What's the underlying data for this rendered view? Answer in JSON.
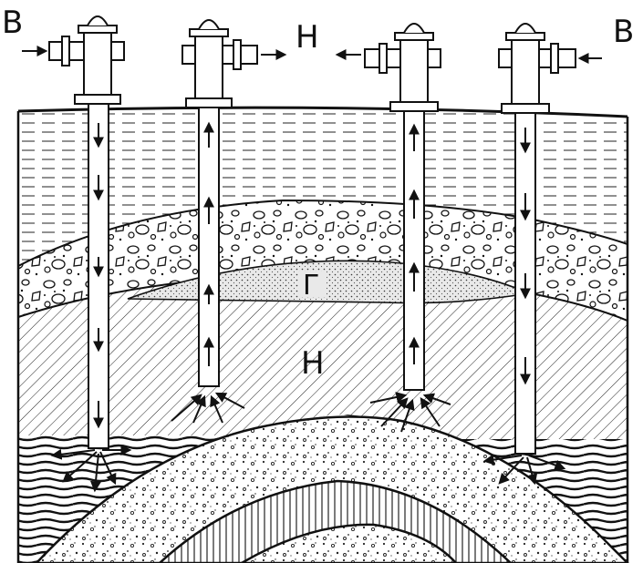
{
  "labels": {
    "injection_left": "В",
    "injection_right": "В",
    "production_top": "Н",
    "gas_layer": "Г",
    "oil_layer": "Н"
  },
  "colors": {
    "ink": "#111111",
    "paper": "#ffffff",
    "dotted_layer": "#e9e9e9"
  },
  "wells": [
    {
      "name": "injection-well-left",
      "flow": "down"
    },
    {
      "name": "production-well-center-left",
      "flow": "up"
    },
    {
      "name": "production-well-center-right",
      "flow": "up"
    },
    {
      "name": "injection-well-right",
      "flow": "down"
    }
  ]
}
